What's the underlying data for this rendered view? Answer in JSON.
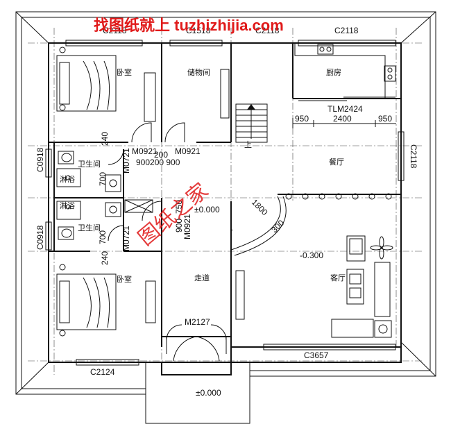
{
  "watermark": {
    "site_label": "找图纸就上 tuzhizhijia.com",
    "stamp_text": "图纸之家"
  },
  "rooms": {
    "bedroom_top": "卧室",
    "storage": "储物间",
    "kitchen": "厨房",
    "dining": "餐厅",
    "bathroom_top": "卫生间",
    "shower_top": "淋浴",
    "bathroom_bottom": "卫生间",
    "shower_bottom": "淋浴",
    "bedroom_bottom": "卧室",
    "corridor": "走道",
    "living": "客厅"
  },
  "labels": {
    "c2118_a": "C2118",
    "c1518": "C1518",
    "c2118_b": "C2118",
    "c2118_c": "C2118",
    "c2118_side": "C2118",
    "c0918_top": "C0918",
    "c0918_bottom": "C0918",
    "c2124": "C2124",
    "c3657": "C3657",
    "tlm2424": "TLM2424",
    "dim_950_left": "950",
    "dim_2400": "2400",
    "dim_950_right": "950",
    "dim_240_top": "240",
    "m0921_a": "M0921",
    "m0921_b": "M0921",
    "dim_200": "200",
    "m0721_top": "M0721",
    "dim_900_200_900": "900200 900",
    "dim_700_top": "700",
    "dim_750": "750",
    "elev_000": "±0.000",
    "m0921_c": "M0921",
    "dim_900": "900",
    "m0721_bottom": "M0721",
    "dim_700_bottom": "700",
    "dim_240_bottom": "240",
    "dim_1800": "1800",
    "dim_300": "300",
    "elev_neg": "-0.300",
    "m2127": "M2127",
    "elev_entry": "±0.000",
    "stair_up": "上"
  },
  "colors": {
    "line": "#111111",
    "watermark": "#e01a1a"
  }
}
